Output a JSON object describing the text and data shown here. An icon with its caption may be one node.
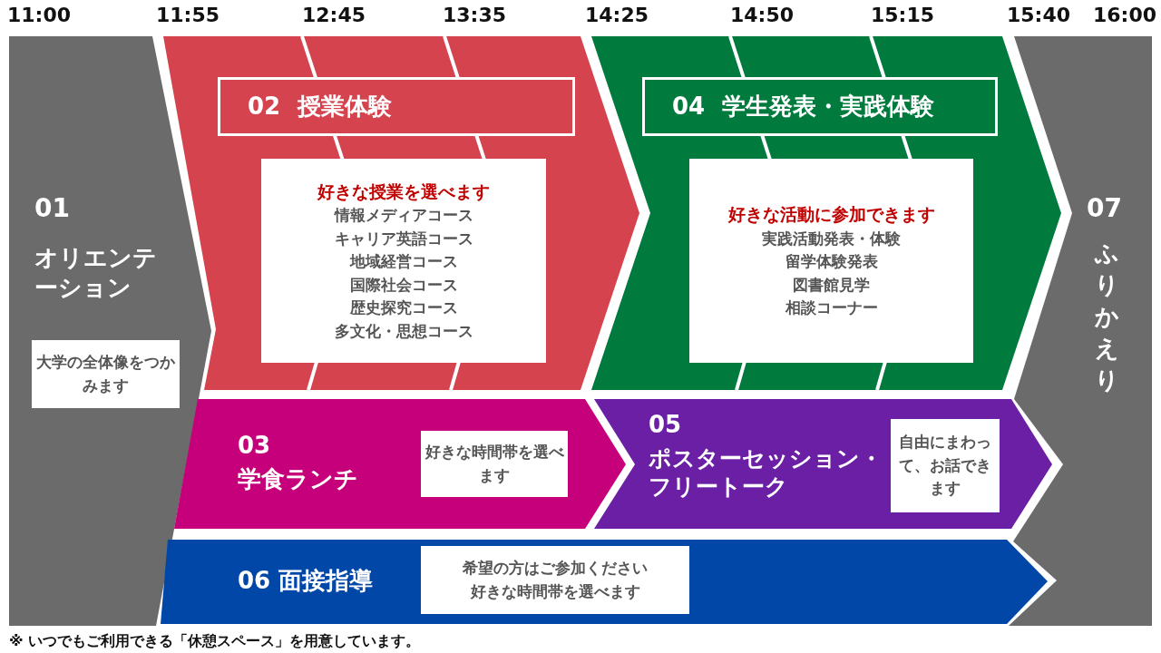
{
  "diagram": {
    "nodes": [
      {
        "text": [
          "01",
          "オリエンテーション"
        ]
      },
      {
        "text": [
          "大学の全体像をつかみます"
        ],
        "in": 0
      },
      {
        "text": [
          "02 授業体験"
        ]
      },
      {
        "text": [
          "好きな授業を選べます",
          "情報メディアコース",
          "キャリア英語コース",
          "地域経営コース",
          "国際社会コース",
          "歴史探究コース",
          "多文化・思想コース"
        ],
        "in": 2
      },
      {
        "text": [
          "04 学生発表・実践体験"
        ]
      },
      {
        "text": [
          "好きな活動に参加できます",
          "実践活動発表・体験",
          "留学体験発表",
          "図書館見学",
          "相談コーナー"
        ],
        "in": 4
      },
      {
        "text": [
          "07",
          "ふりかえり"
        ]
      },
      {
        "text": [
          "03",
          "学食ランチ"
        ]
      },
      {
        "text": [
          "好きな時間帯を選べます"
        ],
        "in": 7
      },
      {
        "text": [
          "05",
          "ポスターセッション・フリートーク"
        ]
      },
      {
        "text": [
          "自由にまわって、お話できます"
        ],
        "in": 9
      },
      {
        "text": [
          "06 面接指導"
        ]
      },
      {
        "text": [
          "希望の方はご参加ください",
          "好きな時間帯を選べます"
        ],
        "in": 11
      }
    ],
    "edges": [],
    "labels": [
      "11:00",
      "11:55",
      "12:45",
      "13:35",
      "14:25",
      "14:50",
      "15:15",
      "15:40",
      "16:00",
      "※ いつでもご利用できる「休憩スペース」を用意しています。"
    ]
  }
}
